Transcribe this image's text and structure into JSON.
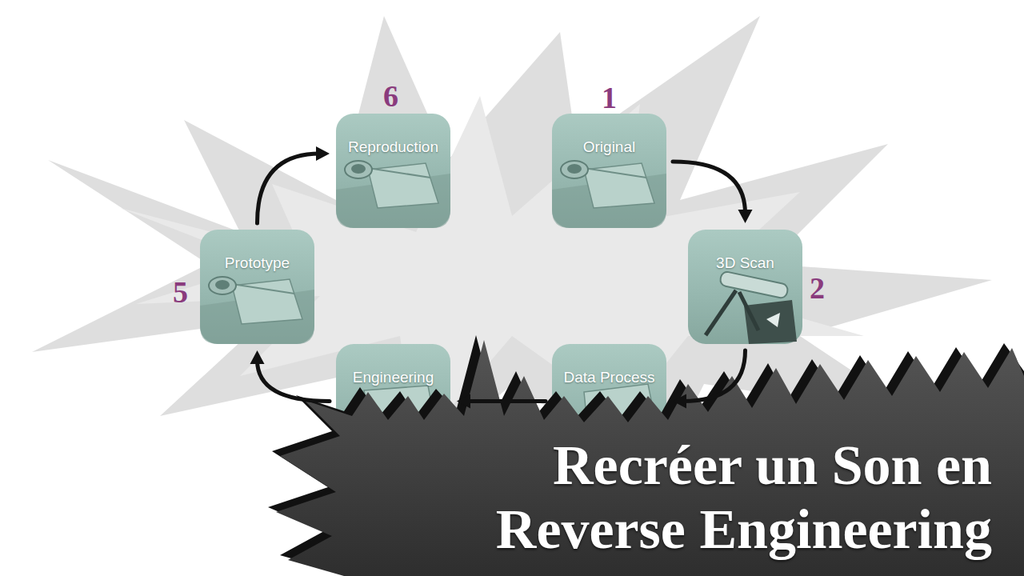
{
  "diagram": {
    "title": "Recréer un Son en Reverse Engineering",
    "nodes": [
      {
        "text": [
          "Original"
        ]
      },
      {
        "text": [
          "3D Scan"
        ]
      },
      {
        "text": [
          "Data Process"
        ]
      },
      {
        "text": [
          "Engineering"
        ]
      },
      {
        "text": [
          "Prototype"
        ]
      },
      {
        "text": [
          "Reproduction"
        ]
      }
    ],
    "edges": [
      {
        "from": 0,
        "to": 1,
        "arrow": "to"
      },
      {
        "from": 1,
        "to": 2,
        "arrow": "to"
      },
      {
        "from": 2,
        "to": 3,
        "arrow": "to"
      },
      {
        "from": 3,
        "to": 4,
        "arrow": "to"
      },
      {
        "from": 4,
        "to": 5,
        "arrow": "to"
      }
    ],
    "labels": [
      "1",
      "2",
      "5",
      "6"
    ]
  }
}
